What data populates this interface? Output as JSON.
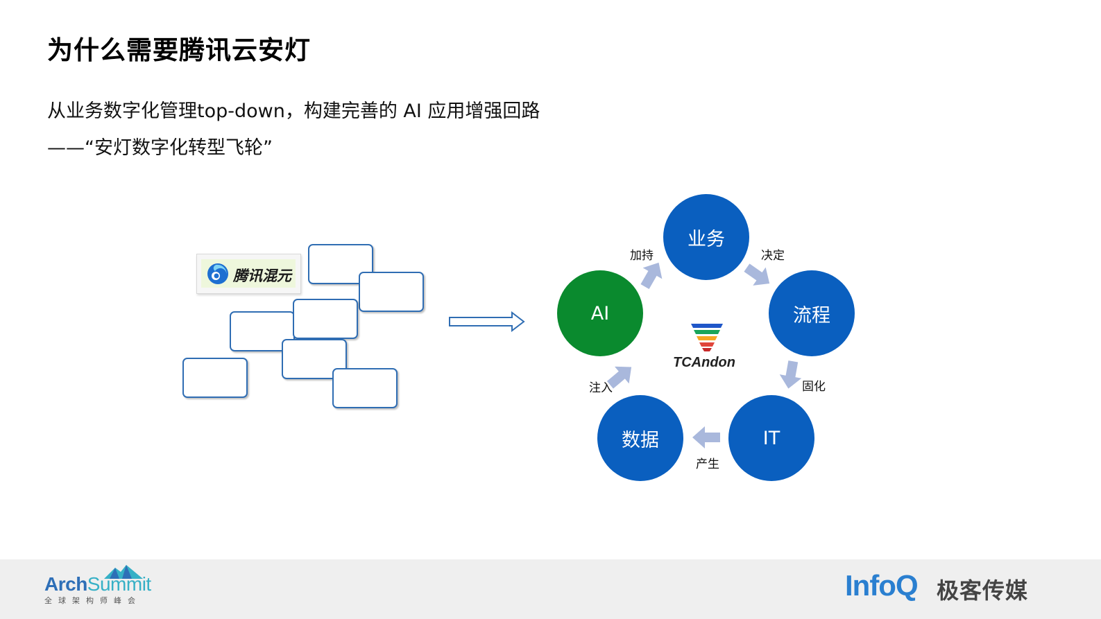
{
  "slide": {
    "title": "为什么需要腾讯云安灯",
    "subtitle_line1": "从业务数字化管理top-down，构建完善的 AI 应用增强回路",
    "subtitle_line2": "——“安灯数字化转型飞轮”"
  },
  "left_cluster": {
    "logo_text": "腾讯混元"
  },
  "flywheel": {
    "center_logo_text": "TCAndon",
    "nodes": {
      "business": "业务",
      "process": "流程",
      "it": "IT",
      "data": "数据",
      "ai": "AI"
    },
    "edges": {
      "business_to_process": "决定",
      "process_to_it": "固化",
      "it_to_data": "产生",
      "data_to_ai": "注入",
      "ai_to_business": "加持"
    }
  },
  "colors": {
    "node_blue": "#0a5fbf",
    "node_green": "#0a8a2e",
    "arrow": "#a9b8dc",
    "box_border": "#2f6db3"
  },
  "footer": {
    "arch_part1": "Arch",
    "arch_part2": "Summit",
    "arch_sub": "全球架构师峰会",
    "infoq_word": "InfoQ",
    "infoq_cn": "极客传媒"
  }
}
